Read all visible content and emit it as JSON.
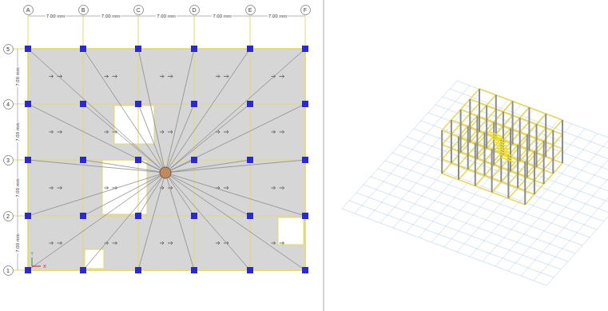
{
  "diagram": {
    "nodes": [
      {
        "text": [
          "A"
        ]
      },
      {
        "text": [
          "B"
        ]
      },
      {
        "text": [
          "C"
        ]
      },
      {
        "text": [
          "D"
        ]
      },
      {
        "text": [
          "E"
        ]
      },
      {
        "text": [
          "F"
        ]
      },
      {
        "text": [
          "5"
        ]
      },
      {
        "text": [
          "4"
        ]
      },
      {
        "text": [
          "3"
        ]
      },
      {
        "text": [
          "2"
        ]
      },
      {
        "text": [
          "1"
        ]
      }
    ],
    "edges": [],
    "labels": [
      "7.00 mm",
      "7.00 mm",
      "7.00 mm",
      "7.00 mm",
      "7.00 mm",
      "7.00 mm",
      "7.00 mm",
      "7.00 mm",
      "7.00 mm",
      "Y",
      "X"
    ]
  }
}
